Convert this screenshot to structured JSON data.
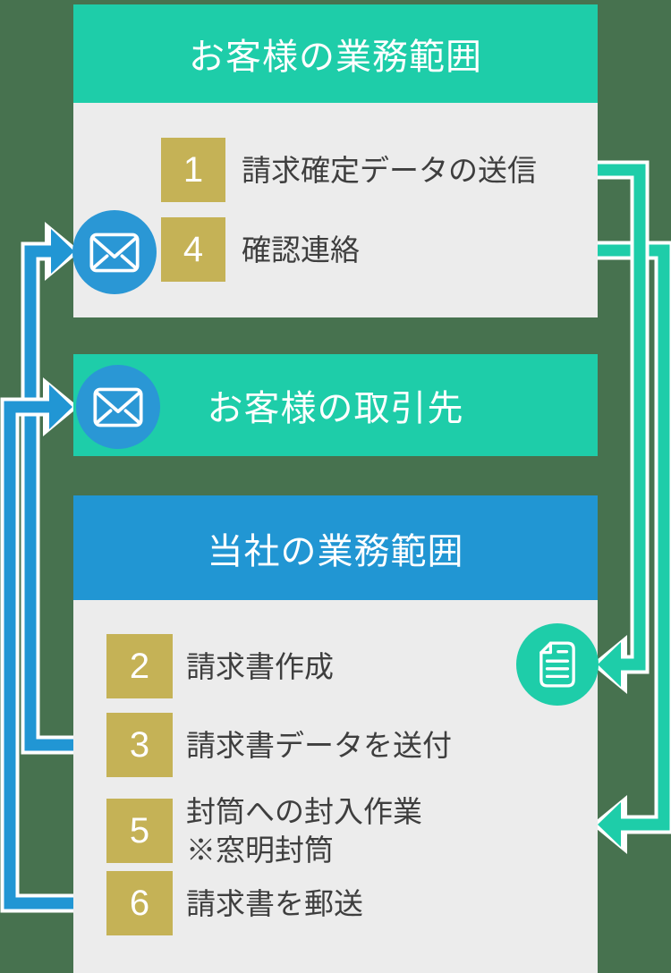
{
  "colors": {
    "background": "#47724f",
    "teal": "#1ecda9",
    "blue": "#2196d4",
    "gold": "#c5b256",
    "panel_gray": "#ececec",
    "label_text": "#3e3e3e",
    "white": "#ffffff"
  },
  "customer_section": {
    "title": "お客様の業務範囲",
    "steps": [
      {
        "number": "1",
        "label": "請求確定データの送信"
      },
      {
        "number": "4",
        "label": "確認連絡"
      }
    ],
    "icon": "mail-icon"
  },
  "partner_banner": {
    "title": "お客様の取引先",
    "icon": "mail-icon"
  },
  "company_section": {
    "title": "当社の業務範囲",
    "steps": [
      {
        "number": "2",
        "label": "請求書作成"
      },
      {
        "number": "3",
        "label": "請求書データを送付"
      },
      {
        "number": "5",
        "label": "封筒への封入作業",
        "note": "※窓明封筒"
      },
      {
        "number": "6",
        "label": "請求書を郵送"
      }
    ],
    "icon": "document-icon"
  }
}
